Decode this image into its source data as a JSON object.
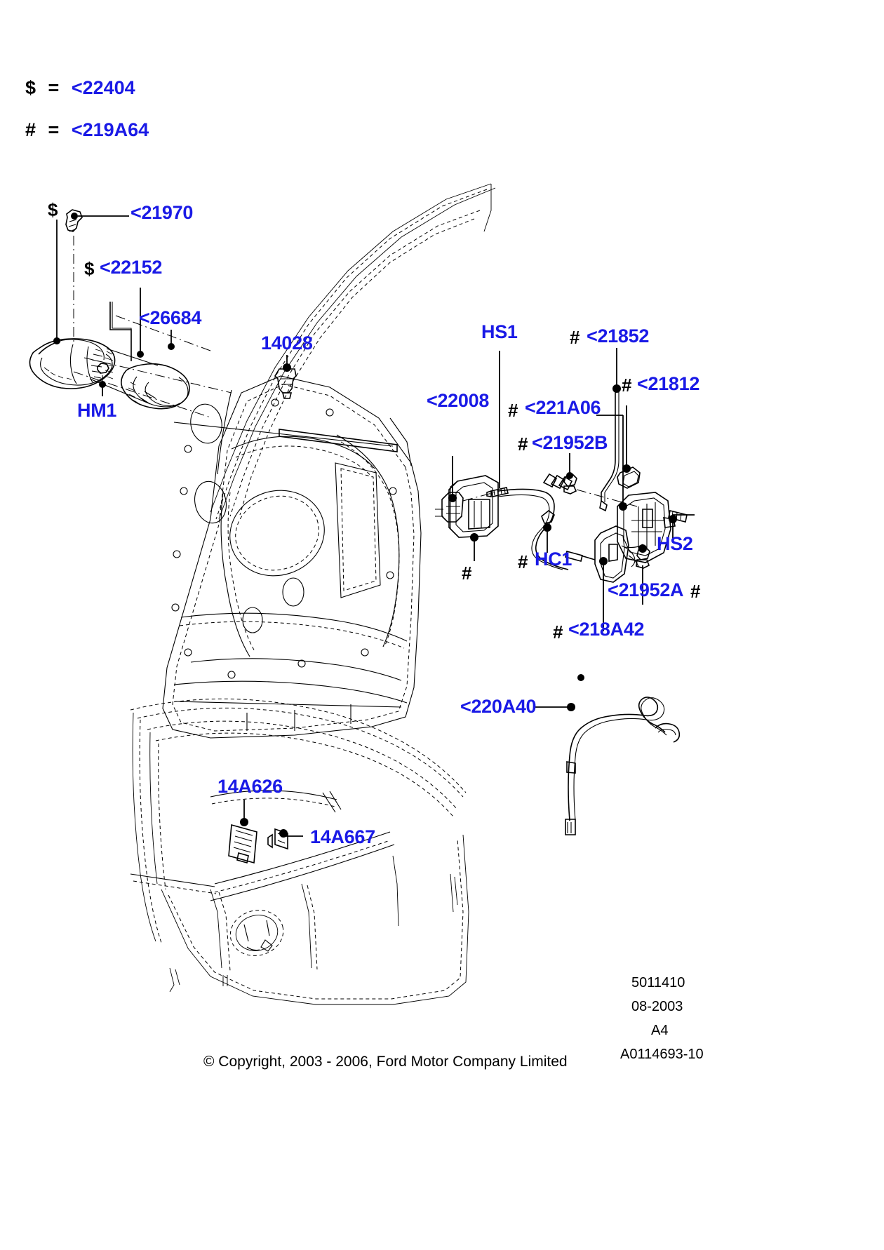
{
  "legend": [
    {
      "key": "$",
      "eq": "=",
      "value": "<22404"
    },
    {
      "key": "#",
      "eq": "=",
      "value": "<219A64"
    }
  ],
  "callouts": [
    {
      "id": "c21970",
      "text": "<21970",
      "symbol": ""
    },
    {
      "id": "c22152",
      "text": "<22152",
      "symbol": "$"
    },
    {
      "id": "c26684",
      "text": "<26684",
      "symbol": ""
    },
    {
      "id": "cHM1",
      "text": "HM1",
      "symbol": ""
    },
    {
      "id": "c14028",
      "text": "14028",
      "symbol": ""
    },
    {
      "id": "c22008",
      "text": "<22008",
      "symbol": ""
    },
    {
      "id": "cHS1",
      "text": "HS1",
      "symbol": ""
    },
    {
      "id": "c21852",
      "text": "<21852",
      "symbol": "#"
    },
    {
      "id": "c21812",
      "text": "<21812",
      "symbol": "#"
    },
    {
      "id": "c221A06",
      "text": "<221A06",
      "symbol": "#"
    },
    {
      "id": "c21952B",
      "text": "<21952B",
      "symbol": "#"
    },
    {
      "id": "cHC1",
      "text": "HC1",
      "symbol": "#"
    },
    {
      "id": "cHS2",
      "text": "HS2",
      "symbol": ""
    },
    {
      "id": "c21952A",
      "text": "<21952A",
      "symbol": "#"
    },
    {
      "id": "c218A42",
      "text": "<218A42",
      "symbol": "#"
    },
    {
      "id": "c220A40",
      "text": "<220A40",
      "symbol": ""
    },
    {
      "id": "c14A626",
      "text": "14A626",
      "symbol": ""
    },
    {
      "id": "c14A667",
      "text": "14A667",
      "symbol": ""
    }
  ],
  "loose_symbols": [
    {
      "id": "s_dollar_left",
      "text": "$"
    },
    {
      "id": "s_hash_hc1_left",
      "text": "#"
    }
  ],
  "footer": {
    "drawing_number": "5011410",
    "date": "08-2003",
    "sheet": "A4",
    "reference": "A0114693-10",
    "copyright": "© Copyright, 2003 - 2006, Ford Motor Company Limited"
  },
  "colors": {
    "label": "#1a1ae6",
    "symbol": "#000000",
    "line": "#000000",
    "background": "#ffffff"
  }
}
